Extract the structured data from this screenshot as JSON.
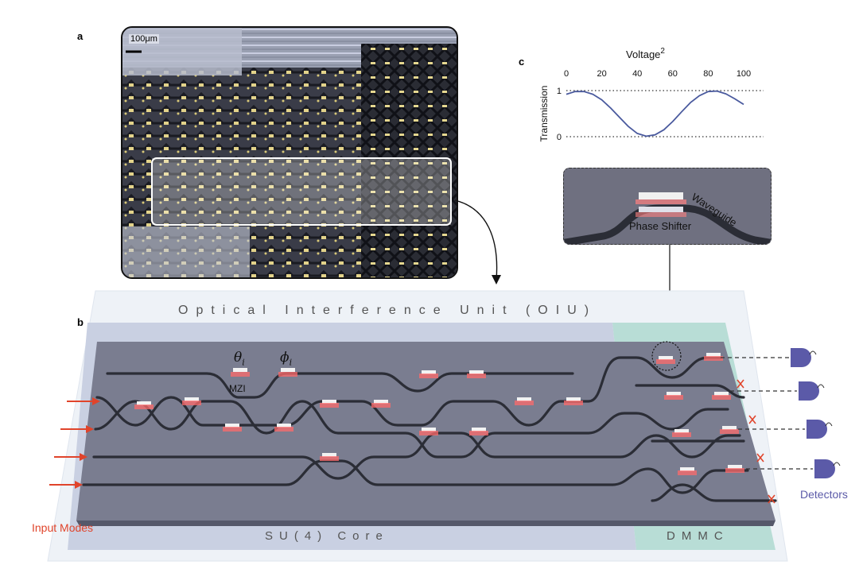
{
  "panels": {
    "a": "a",
    "b": "b",
    "c": "c"
  },
  "micrograph": {
    "scale_label": "100μm"
  },
  "oiu": {
    "title": "Optical Interference Unit (OIU)",
    "core_label": "SU(4) Core",
    "dmmc_label": "DMMC",
    "input_label": "Input Modes",
    "detectors_label": "Detectors",
    "theta_label": "θ",
    "theta_sub": "i",
    "phi_label": "ϕ",
    "phi_sub": "i",
    "mzi_label": "MZI"
  },
  "inset": {
    "waveguide_label": "Waveguide",
    "phase_shifter_label": "Phase Shifter"
  },
  "chart_data": {
    "type": "line",
    "title": "",
    "xlabel": "Voltage²",
    "xlabel_base": "Voltage",
    "xlabel_sup": "2",
    "ylabel": "Transmission",
    "xlim": [
      0,
      100
    ],
    "ylim": [
      0,
      1
    ],
    "xticks": [
      "0",
      "20",
      "40",
      "60",
      "80",
      "100"
    ],
    "yticks": [
      "1",
      "0"
    ],
    "grid": "dotted at y=0 and y=1",
    "series": [
      {
        "color": "#4a5a9e",
        "x": [
          0,
          5,
          10,
          15,
          20,
          25,
          30,
          35,
          40,
          45,
          50,
          55,
          60,
          65,
          70,
          75,
          80,
          85,
          90,
          95,
          100
        ],
        "y": [
          0.92,
          0.98,
          0.98,
          0.92,
          0.8,
          0.62,
          0.42,
          0.22,
          0.07,
          0.01,
          0.04,
          0.15,
          0.33,
          0.54,
          0.74,
          0.89,
          0.98,
          0.99,
          0.93,
          0.82,
          0.7
        ]
      }
    ]
  },
  "colors": {
    "input_red": "#e0442b",
    "detector_blue": "#5b5aa8",
    "core_fill": "#c9d0e2",
    "dmmc_fill": "#b8ddd6"
  }
}
